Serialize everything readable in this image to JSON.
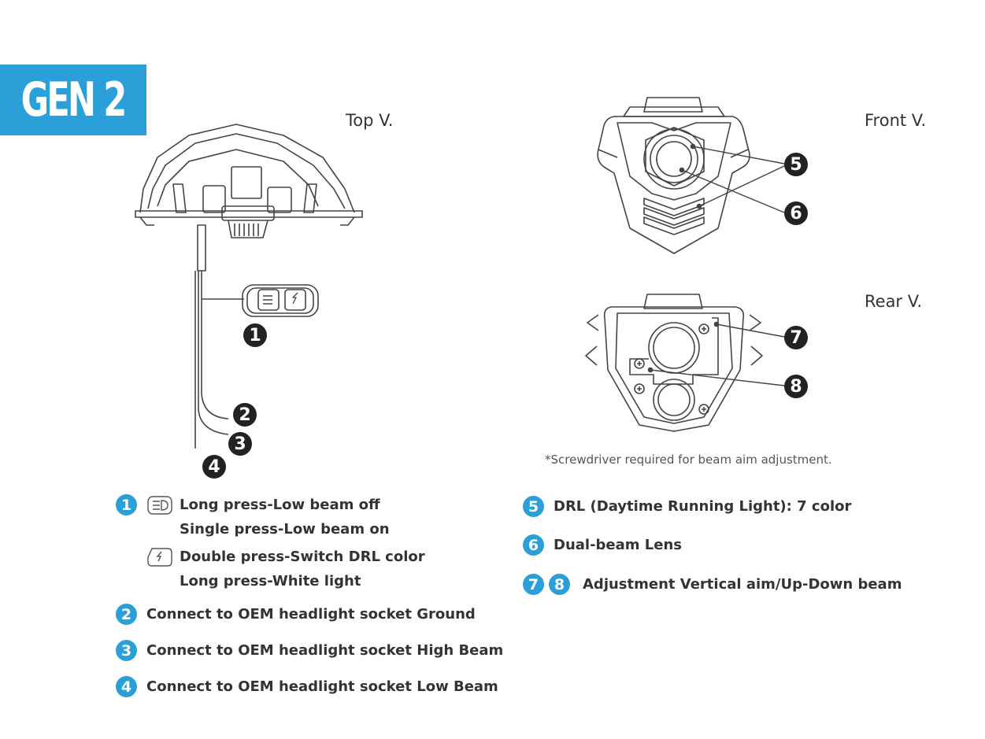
{
  "badge": {
    "text": "GEN 2"
  },
  "views": {
    "top": "Top V.",
    "front": "Front V.",
    "rear": "Rear V."
  },
  "note": "*Screwdriver required for beam aim adjustment.",
  "callouts": [
    "1",
    "2",
    "3",
    "4",
    "5",
    "6",
    "7",
    "8"
  ],
  "legend": {
    "item1": {
      "num": "1",
      "lowbeam_line1": "Long press-Low beam off",
      "lowbeam_line2": "Single press-Low beam on",
      "drl_line1": "Double press-Switch DRL color",
      "drl_line2": "Long press-White light"
    },
    "item2": {
      "num": "2",
      "text": "Connect to OEM headlight socket Ground"
    },
    "item3": {
      "num": "3",
      "text": "Connect to OEM headlight socket High Beam"
    },
    "item4": {
      "num": "4",
      "text": "Connect to OEM headlight socket Low Beam"
    },
    "item5": {
      "num": "5",
      "text": "DRL (Daytime Running Light): 7 color"
    },
    "item6": {
      "num": "6",
      "text": "Dual-beam Lens"
    },
    "item78": {
      "num_a": "7",
      "num_b": "8",
      "text": "Adjustment Vertical aim/Up-Down beam"
    }
  },
  "colors": {
    "accent": "#2a9fd8",
    "dark": "#222222",
    "line": "#444444"
  }
}
